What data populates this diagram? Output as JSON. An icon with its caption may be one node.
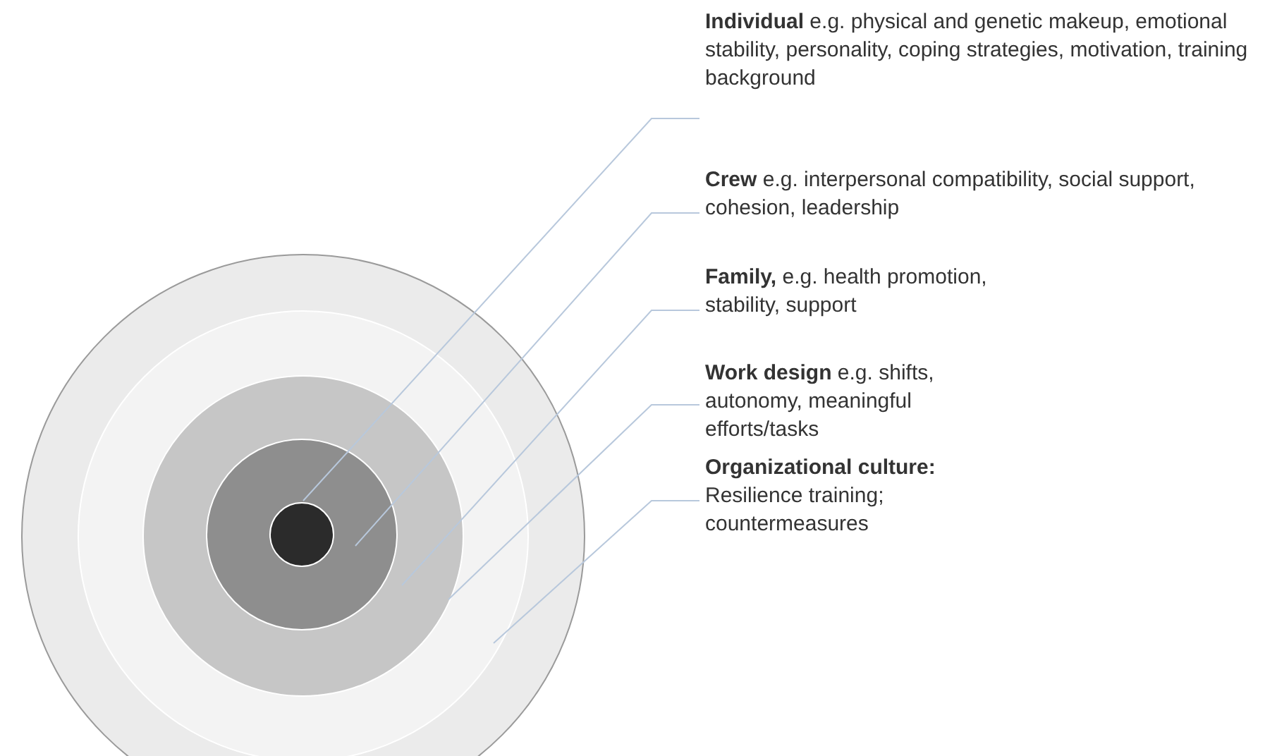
{
  "diagram": {
    "nodes": [
      {
        "text": [],
        "shape": "circle"
      },
      {
        "text": [],
        "shape": "circle",
        "in": 0
      },
      {
        "text": [],
        "shape": "circle",
        "in": 1
      },
      {
        "text": [],
        "shape": "circle",
        "in": 2
      },
      {
        "text": [],
        "shape": "circle",
        "in": 3
      },
      {
        "text": [
          "**Individual** e.g. physical and genetic makeup, emotional stability, personality, coping strategies, motivation, training background"
        ]
      },
      {
        "text": [
          "**Crew** e.g. interpersonal compatibility, social support, cohesion, leadership"
        ]
      },
      {
        "text": [
          "**Family,** e.g. health promotion, stability, support"
        ]
      },
      {
        "text": [
          "**Work design** e.g. shifts, autonomy, meaningful efforts/tasks"
        ]
      },
      {
        "text": [
          "**Organizational culture:** Resilience training; countermeasures"
        ]
      }
    ],
    "edges": [
      {
        "from": 5,
        "to": 4,
        "arrow": "none"
      },
      {
        "from": 6,
        "to": 3,
        "arrow": "none"
      },
      {
        "from": 7,
        "to": 2,
        "arrow": "none"
      },
      {
        "from": 8,
        "to": 1,
        "arrow": "none"
      },
      {
        "from": 9,
        "to": 0,
        "arrow": "none"
      }
    ]
  }
}
